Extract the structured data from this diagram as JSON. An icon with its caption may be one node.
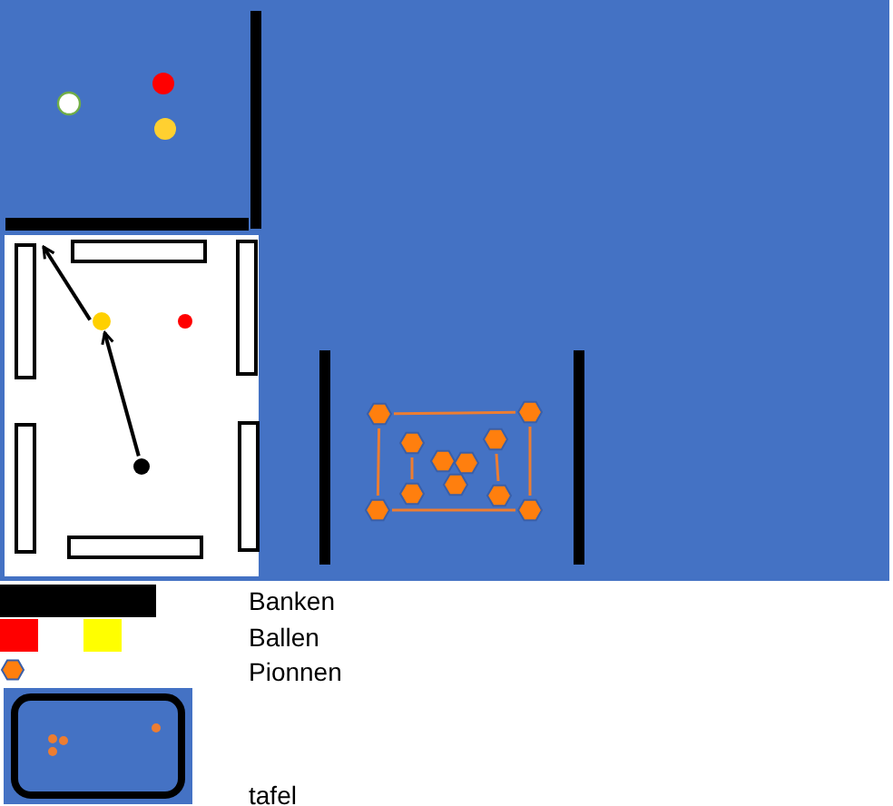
{
  "diagram": {
    "nodes": [
      {
        "text": [],
        "shape": "box"
      },
      {
        "text": [],
        "shape": "box"
      },
      {
        "text": [],
        "shape": "box"
      },
      {
        "text": [],
        "shape": "circle"
      },
      {
        "text": [],
        "shape": "circle"
      },
      {
        "text": [],
        "shape": "box"
      },
      {
        "text": [],
        "shape": "box"
      },
      {
        "text": [],
        "shape": "box"
      },
      {
        "text": [],
        "shape": "hexagon"
      },
      {
        "text": [],
        "shape": "hexagon"
      },
      {
        "text": [],
        "shape": "hexagon"
      },
      {
        "text": [],
        "shape": "hexagon"
      },
      {
        "text": [],
        "shape": "hexagon"
      },
      {
        "text": [],
        "shape": "hexagon"
      },
      {
        "text": [],
        "shape": "hexagon"
      },
      {
        "text": [],
        "shape": "hexagon"
      },
      {
        "text": [],
        "shape": "hexagon"
      },
      {
        "text": [],
        "shape": "hexagon"
      },
      {
        "text": [],
        "shape": "hexagon"
      }
    ],
    "edges": [
      {
        "from": 4,
        "to": 3,
        "arrow": "to",
        "color": "#000000"
      },
      {
        "from": 3,
        "to": 0,
        "arrow": "to",
        "color": "#000000"
      },
      {
        "from": 8,
        "to": 9,
        "arrow": "none"
      },
      {
        "from": 8,
        "to": 17,
        "arrow": "none"
      },
      {
        "from": 17,
        "to": 18,
        "arrow": "none"
      },
      {
        "from": 9,
        "to": 18,
        "arrow": "none"
      },
      {
        "from": 10,
        "to": 15,
        "arrow": "none"
      },
      {
        "from": 11,
        "to": 16,
        "arrow": "none"
      }
    ],
    "legend": [
      {
        "text": "Banken",
        "color": "#000000"
      },
      {
        "text": "Ballen",
        "color": "#ff0000"
      },
      {
        "text": "Pionnen"
      },
      {
        "text": "tafel"
      }
    ]
  }
}
